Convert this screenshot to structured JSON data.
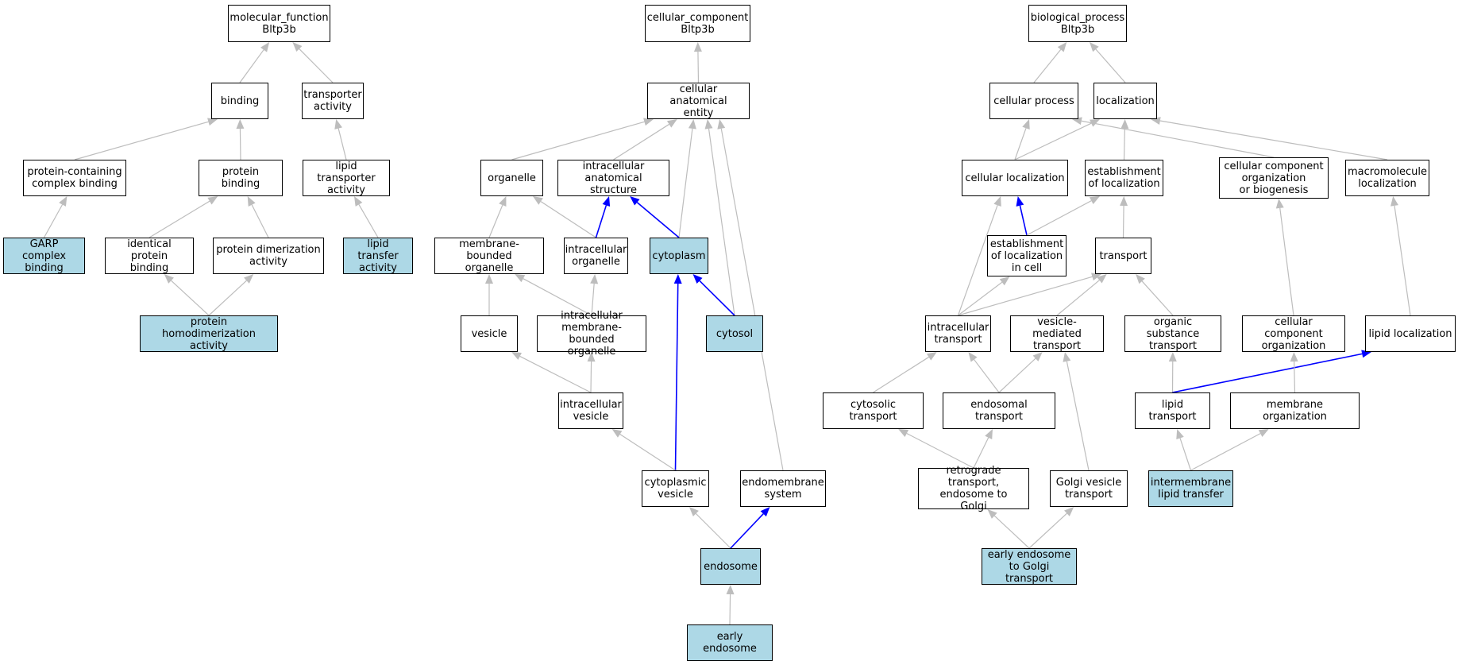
{
  "colors": {
    "highlight": "#add8e6",
    "edge_default": "#bdbdbd",
    "edge_blue": "#0000ff",
    "border": "#000000"
  },
  "nodes": [
    {
      "id": "mf",
      "label": "molecular_function\nBltp3b",
      "hl": false
    },
    {
      "id": "binding",
      "label": "binding",
      "hl": false
    },
    {
      "id": "transporter_activity",
      "label": "transporter\nactivity",
      "hl": false
    },
    {
      "id": "pcc_binding",
      "label": "protein-containing\ncomplex binding",
      "hl": false
    },
    {
      "id": "protein_binding",
      "label": "protein binding",
      "hl": false
    },
    {
      "id": "lipid_transporter_activity",
      "label": "lipid transporter\nactivity",
      "hl": false
    },
    {
      "id": "garp",
      "label": "GARP complex\nbinding",
      "hl": true
    },
    {
      "id": "identical_pb",
      "label": "identical protein\nbinding",
      "hl": false
    },
    {
      "id": "protein_dimerization",
      "label": "protein dimerization\nactivity",
      "hl": false
    },
    {
      "id": "lipid_transfer_activity",
      "label": "lipid transfer\nactivity",
      "hl": true
    },
    {
      "id": "homodimerization",
      "label": "protein homodimerization\nactivity",
      "hl": true
    },
    {
      "id": "cc",
      "label": "cellular_component\nBltp3b",
      "hl": false
    },
    {
      "id": "cae",
      "label": "cellular anatomical\nentity",
      "hl": false
    },
    {
      "id": "organelle",
      "label": "organelle",
      "hl": false
    },
    {
      "id": "ias",
      "label": "intracellular\nanatomical structure",
      "hl": false
    },
    {
      "id": "mbo",
      "label": "membrane-bounded\norganelle",
      "hl": false
    },
    {
      "id": "io",
      "label": "intracellular\norganelle",
      "hl": false
    },
    {
      "id": "cytoplasm",
      "label": "cytoplasm",
      "hl": true
    },
    {
      "id": "vesicle",
      "label": "vesicle",
      "hl": false
    },
    {
      "id": "imbo",
      "label": "intracellular\nmembrane-bounded\norganelle",
      "hl": false
    },
    {
      "id": "cytosol",
      "label": "cytosol",
      "hl": true
    },
    {
      "id": "iv",
      "label": "intracellular\nvesicle",
      "hl": false
    },
    {
      "id": "cv",
      "label": "cytoplasmic\nvesicle",
      "hl": false
    },
    {
      "id": "endomembrane",
      "label": "endomembrane\nsystem",
      "hl": false
    },
    {
      "id": "endosome",
      "label": "endosome",
      "hl": true
    },
    {
      "id": "early_endosome",
      "label": "early endosome",
      "hl": true
    },
    {
      "id": "bp",
      "label": "biological_process\nBltp3b",
      "hl": false
    },
    {
      "id": "cellular_process",
      "label": "cellular process",
      "hl": false
    },
    {
      "id": "localization",
      "label": "localization",
      "hl": false
    },
    {
      "id": "cell_localization",
      "label": "cellular localization",
      "hl": false
    },
    {
      "id": "est_localization",
      "label": "establishment\nof localization",
      "hl": false
    },
    {
      "id": "ccob",
      "label": "cellular component\norganization\nor biogenesis",
      "hl": false
    },
    {
      "id": "macro_localization",
      "label": "macromolecule\nlocalization",
      "hl": false
    },
    {
      "id": "est_loc_cell",
      "label": "establishment\nof localization\nin cell",
      "hl": false
    },
    {
      "id": "transport",
      "label": "transport",
      "hl": false
    },
    {
      "id": "intracellular_transport",
      "label": "intracellular\ntransport",
      "hl": false
    },
    {
      "id": "vesicle_transport",
      "label": "vesicle-mediated\ntransport",
      "hl": false
    },
    {
      "id": "organic_transport",
      "label": "organic substance\ntransport",
      "hl": false
    },
    {
      "id": "cco",
      "label": "cellular component\norganization",
      "hl": false
    },
    {
      "id": "lipid_localization",
      "label": "lipid localization",
      "hl": false
    },
    {
      "id": "cytosolic_transport",
      "label": "cytosolic transport",
      "hl": false
    },
    {
      "id": "endosomal_transport",
      "label": "endosomal transport",
      "hl": false
    },
    {
      "id": "lipid_transport",
      "label": "lipid transport",
      "hl": false
    },
    {
      "id": "membrane_org",
      "label": "membrane organization",
      "hl": false
    },
    {
      "id": "retrograde",
      "label": "retrograde transport,\nendosome to\nGolgi",
      "hl": false
    },
    {
      "id": "golgi_vesicle",
      "label": "Golgi vesicle\ntransport",
      "hl": false
    },
    {
      "id": "intermembrane",
      "label": "intermembrane\nlipid transfer",
      "hl": true
    },
    {
      "id": "early_endo_golgi",
      "label": "early endosome\nto Golgi transport",
      "hl": true
    }
  ],
  "edges": [
    {
      "from": "binding",
      "to": "mf",
      "blue": false
    },
    {
      "from": "transporter_activity",
      "to": "mf",
      "blue": false
    },
    {
      "from": "pcc_binding",
      "to": "binding",
      "blue": false
    },
    {
      "from": "protein_binding",
      "to": "binding",
      "blue": false
    },
    {
      "from": "lipid_transporter_activity",
      "to": "transporter_activity",
      "blue": false
    },
    {
      "from": "garp",
      "to": "pcc_binding",
      "blue": false
    },
    {
      "from": "identical_pb",
      "to": "protein_binding",
      "blue": false
    },
    {
      "from": "protein_dimerization",
      "to": "protein_binding",
      "blue": false
    },
    {
      "from": "lipid_transfer_activity",
      "to": "lipid_transporter_activity",
      "blue": false
    },
    {
      "from": "homodimerization",
      "to": "identical_pb",
      "blue": false
    },
    {
      "from": "homodimerization",
      "to": "protein_dimerization",
      "blue": false
    },
    {
      "from": "cae",
      "to": "cc",
      "blue": false
    },
    {
      "from": "organelle",
      "to": "cae",
      "blue": false
    },
    {
      "from": "ias",
      "to": "cae",
      "blue": false
    },
    {
      "from": "cytoplasm",
      "to": "cae",
      "blue": false
    },
    {
      "from": "cytosol",
      "to": "cae",
      "blue": false
    },
    {
      "from": "endomembrane",
      "to": "cae",
      "blue": false
    },
    {
      "from": "mbo",
      "to": "organelle",
      "blue": false
    },
    {
      "from": "io",
      "to": "organelle",
      "blue": false
    },
    {
      "from": "io",
      "to": "ias",
      "blue": true
    },
    {
      "from": "cytoplasm",
      "to": "ias",
      "blue": true
    },
    {
      "from": "vesicle",
      "to": "mbo",
      "blue": false
    },
    {
      "from": "imbo",
      "to": "mbo",
      "blue": false
    },
    {
      "from": "imbo",
      "to": "io",
      "blue": false
    },
    {
      "from": "cytosol",
      "to": "cytoplasm",
      "blue": true
    },
    {
      "from": "cv",
      "to": "cytoplasm",
      "blue": true
    },
    {
      "from": "iv",
      "to": "vesicle",
      "blue": false
    },
    {
      "from": "iv",
      "to": "imbo",
      "blue": false
    },
    {
      "from": "cv",
      "to": "iv",
      "blue": false
    },
    {
      "from": "endosome",
      "to": "cv",
      "blue": false
    },
    {
      "from": "endosome",
      "to": "endomembrane",
      "blue": true
    },
    {
      "from": "early_endosome",
      "to": "endosome",
      "blue": false
    },
    {
      "from": "cellular_process",
      "to": "bp",
      "blue": false
    },
    {
      "from": "localization",
      "to": "bp",
      "blue": false
    },
    {
      "from": "cell_localization",
      "to": "cellular_process",
      "blue": false
    },
    {
      "from": "cell_localization",
      "to": "localization",
      "blue": false
    },
    {
      "from": "est_localization",
      "to": "localization",
      "blue": false
    },
    {
      "from": "ccob",
      "to": "cellular_process",
      "blue": false
    },
    {
      "from": "macro_localization",
      "to": "localization",
      "blue": false
    },
    {
      "from": "est_loc_cell",
      "to": "cell_localization",
      "blue": true
    },
    {
      "from": "est_loc_cell",
      "to": "est_localization",
      "blue": false
    },
    {
      "from": "transport",
      "to": "est_localization",
      "blue": false
    },
    {
      "from": "intracellular_transport",
      "to": "cell_localization",
      "blue": false
    },
    {
      "from": "intracellular_transport",
      "to": "est_loc_cell",
      "blue": false
    },
    {
      "from": "intracellular_transport",
      "to": "transport",
      "blue": false
    },
    {
      "from": "vesicle_transport",
      "to": "transport",
      "blue": false
    },
    {
      "from": "organic_transport",
      "to": "transport",
      "blue": false
    },
    {
      "from": "cco",
      "to": "ccob",
      "blue": false
    },
    {
      "from": "lipid_localization",
      "to": "macro_localization",
      "blue": false
    },
    {
      "from": "cytosolic_transport",
      "to": "intracellular_transport",
      "blue": false
    },
    {
      "from": "endosomal_transport",
      "to": "intracellular_transport",
      "blue": false
    },
    {
      "from": "endosomal_transport",
      "to": "vesicle_transport",
      "blue": false
    },
    {
      "from": "lipid_transport",
      "to": "organic_transport",
      "blue": false
    },
    {
      "from": "lipid_transport",
      "to": "lipid_localization",
      "blue": true
    },
    {
      "from": "membrane_org",
      "to": "cco",
      "blue": false
    },
    {
      "from": "retrograde",
      "to": "cytosolic_transport",
      "blue": false
    },
    {
      "from": "retrograde",
      "to": "endosomal_transport",
      "blue": false
    },
    {
      "from": "golgi_vesicle",
      "to": "vesicle_transport",
      "blue": false
    },
    {
      "from": "intermembrane",
      "to": "lipid_transport",
      "blue": false
    },
    {
      "from": "intermembrane",
      "to": "membrane_org",
      "blue": false
    },
    {
      "from": "early_endo_golgi",
      "to": "retrograde",
      "blue": false
    },
    {
      "from": "early_endo_golgi",
      "to": "golgi_vesicle",
      "blue": false
    }
  ]
}
